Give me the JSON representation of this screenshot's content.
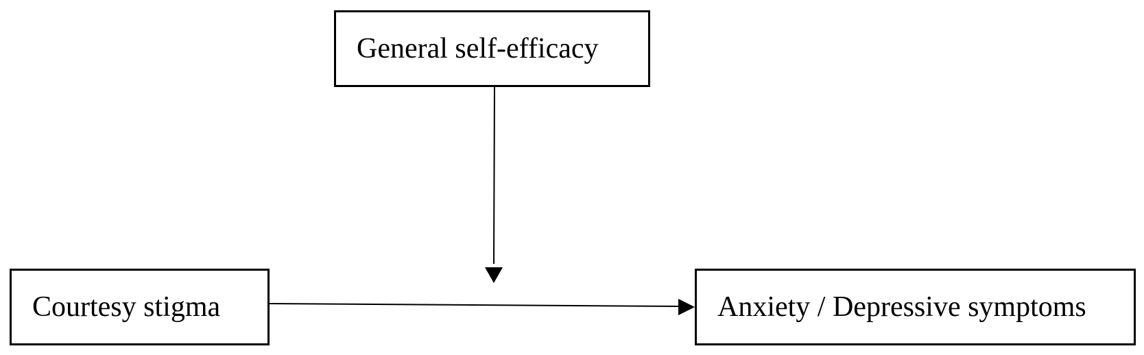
{
  "diagram": {
    "nodes": {
      "moderator": {
        "label": "General self-efficacy"
      },
      "predictor": {
        "label": "Courtesy stigma"
      },
      "outcome": {
        "label": "Anxiety / Depressive symptoms"
      }
    },
    "edges": [
      {
        "from": "predictor",
        "to": "outcome"
      },
      {
        "from": "moderator",
        "to": "predictor-outcome-path"
      }
    ]
  }
}
